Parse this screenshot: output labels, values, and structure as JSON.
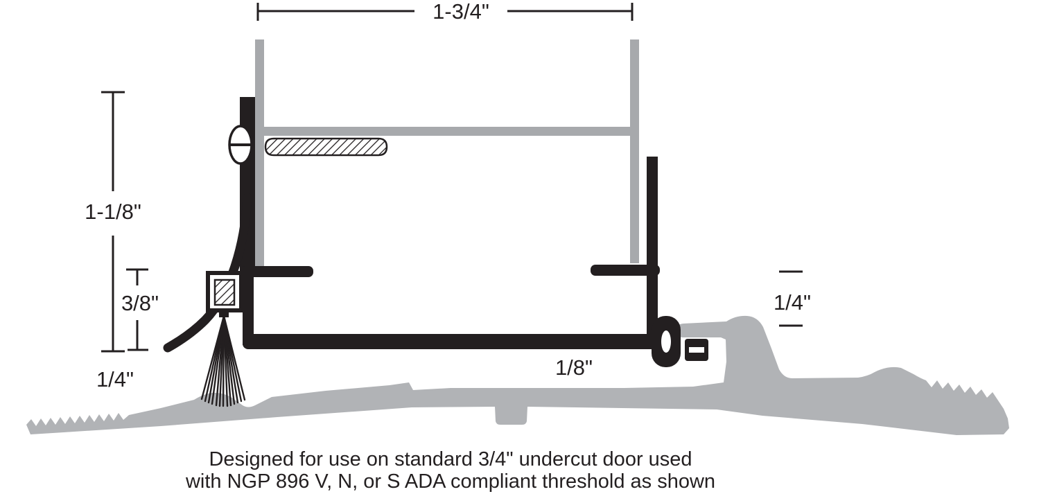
{
  "labels": {
    "top_width": "1-3/4\"",
    "door_bottom_height": "1-1/8\"",
    "channel_height": "3/8\"",
    "fin_clearance": "1/4\"",
    "undercut_gap": "1/8\"",
    "threshold_rise": "1/4\""
  },
  "caption": {
    "line1": "Designed for use on standard 3/4\" undercut door used",
    "line2": "with NGP 896 V, N, or S ADA compliant threshold as shown"
  },
  "colors": {
    "ink": "#231F20",
    "door_gray": "#A7A9AC",
    "threshold_gray": "#B1B3B6",
    "background": "#FFFFFF"
  }
}
